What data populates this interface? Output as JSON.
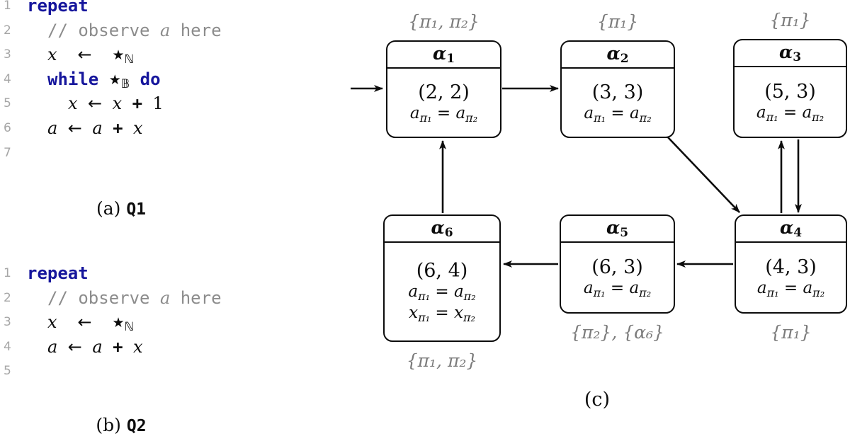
{
  "colors": {
    "keyword_blue": "#16169c",
    "comment_gray": "#8c8c8c",
    "line_number_gray": "#a6a6a6",
    "annotation_gray": "#7b7b7b",
    "line_black": "#0c0c0c"
  },
  "listings": [
    {
      "id": "q1",
      "caption_prefix": "(a)",
      "caption_label": "Q1",
      "lines": [
        {
          "no": "1",
          "indent": 0,
          "segments": [
            {
              "t": "repeat",
              "cls": "kw"
            }
          ]
        },
        {
          "no": "2",
          "indent": 1,
          "segments": [
            {
              "t": "// observe ",
              "cls": "cm"
            },
            {
              "t": "a",
              "cls": "cmi"
            },
            {
              "t": " here",
              "cls": "cm"
            }
          ]
        },
        {
          "no": "3",
          "indent": 1,
          "segments": [
            {
              "t": "x",
              "cls": "mi"
            },
            {
              "t": "  ",
              "cls": "sp"
            },
            {
              "t": "←",
              "cls": "ar"
            },
            {
              "t": "  ",
              "cls": "sp"
            },
            {
              "t": "★",
              "cls": "st"
            },
            {
              "t": "ℕ",
              "cls": "bb"
            }
          ]
        },
        {
          "no": "4",
          "indent": 1,
          "segments": [
            {
              "t": "while",
              "cls": "kw"
            },
            {
              "t": " ",
              "cls": "sp"
            },
            {
              "t": "★",
              "cls": "st"
            },
            {
              "t": "𝔹",
              "cls": "bb"
            },
            {
              "t": " ",
              "cls": "sp"
            },
            {
              "t": "do",
              "cls": "kw"
            }
          ]
        },
        {
          "no": "5",
          "indent": 2,
          "segments": [
            {
              "t": "x",
              "cls": "mi"
            },
            {
              "t": " ",
              "cls": "sp"
            },
            {
              "t": "←",
              "cls": "ar"
            },
            {
              "t": " ",
              "cls": "sp"
            },
            {
              "t": "x",
              "cls": "mi"
            },
            {
              "t": " ",
              "cls": "sp"
            },
            {
              "t": "+",
              "cls": "pl"
            },
            {
              "t": " ",
              "cls": "sp"
            },
            {
              "t": "1",
              "cls": "num"
            }
          ]
        },
        {
          "no": "6",
          "indent": 1,
          "segments": [
            {
              "t": "a",
              "cls": "mi"
            },
            {
              "t": " ",
              "cls": "sp"
            },
            {
              "t": "←",
              "cls": "ar"
            },
            {
              "t": " ",
              "cls": "sp"
            },
            {
              "t": "a",
              "cls": "mi"
            },
            {
              "t": " ",
              "cls": "sp"
            },
            {
              "t": "+",
              "cls": "pl"
            },
            {
              "t": " ",
              "cls": "sp"
            },
            {
              "t": "x",
              "cls": "mi"
            }
          ]
        },
        {
          "no": "7",
          "indent": 0,
          "segments": []
        }
      ]
    },
    {
      "id": "q2",
      "caption_prefix": "(b)",
      "caption_label": "Q2",
      "lines": [
        {
          "no": "1",
          "indent": 0,
          "segments": [
            {
              "t": "repeat",
              "cls": "kw"
            }
          ]
        },
        {
          "no": "2",
          "indent": 1,
          "segments": [
            {
              "t": "// observe ",
              "cls": "cm"
            },
            {
              "t": "a",
              "cls": "cmi"
            },
            {
              "t": " here",
              "cls": "cm"
            }
          ]
        },
        {
          "no": "3",
          "indent": 1,
          "segments": [
            {
              "t": "x",
              "cls": "mi"
            },
            {
              "t": "  ",
              "cls": "sp"
            },
            {
              "t": "←",
              "cls": "ar"
            },
            {
              "t": "  ",
              "cls": "sp"
            },
            {
              "t": "★",
              "cls": "st"
            },
            {
              "t": "ℕ",
              "cls": "bb"
            }
          ]
        },
        {
          "no": "4",
          "indent": 1,
          "segments": [
            {
              "t": "a",
              "cls": "mi"
            },
            {
              "t": " ",
              "cls": "sp"
            },
            {
              "t": "←",
              "cls": "ar"
            },
            {
              "t": " ",
              "cls": "sp"
            },
            {
              "t": "a",
              "cls": "mi"
            },
            {
              "t": " ",
              "cls": "sp"
            },
            {
              "t": "+",
              "cls": "pl"
            },
            {
              "t": " ",
              "cls": "sp"
            },
            {
              "t": "x",
              "cls": "mi"
            }
          ]
        },
        {
          "no": "5",
          "indent": 0,
          "segments": []
        }
      ]
    }
  ],
  "diagram": {
    "caption": "(c)",
    "nodes": [
      {
        "id": "alpha1",
        "symbol": "α",
        "index": "1",
        "pair": "(2, 2)",
        "constraints": [
          [
            {
              "t": "a",
              "cls": "mi"
            },
            {
              "t": "π₁",
              "cls": "sub"
            },
            {
              "t": " = ",
              "cls": "rel"
            },
            {
              "t": "a",
              "cls": "mi"
            },
            {
              "t": "π₂",
              "cls": "sub"
            }
          ]
        ],
        "annotation": "{π₁, π₂}",
        "annotation_side": "above"
      },
      {
        "id": "alpha2",
        "symbol": "α",
        "index": "2",
        "pair": "(3, 3)",
        "constraints": [
          [
            {
              "t": "a",
              "cls": "mi"
            },
            {
              "t": "π₁",
              "cls": "sub"
            },
            {
              "t": " = ",
              "cls": "rel"
            },
            {
              "t": "a",
              "cls": "mi"
            },
            {
              "t": "π₂",
              "cls": "sub"
            }
          ]
        ],
        "annotation": "{π₁}",
        "annotation_side": "above"
      },
      {
        "id": "alpha3",
        "symbol": "α",
        "index": "3",
        "pair": "(5, 3)",
        "constraints": [
          [
            {
              "t": "a",
              "cls": "mi"
            },
            {
              "t": "π₁",
              "cls": "sub"
            },
            {
              "t": " = ",
              "cls": "rel"
            },
            {
              "t": "a",
              "cls": "mi"
            },
            {
              "t": "π₂",
              "cls": "sub"
            }
          ]
        ],
        "annotation": "{π₁}",
        "annotation_side": "above"
      },
      {
        "id": "alpha4",
        "symbol": "α",
        "index": "4",
        "pair": "(4, 3)",
        "constraints": [
          [
            {
              "t": "a",
              "cls": "mi"
            },
            {
              "t": "π₁",
              "cls": "sub"
            },
            {
              "t": " = ",
              "cls": "rel"
            },
            {
              "t": "a",
              "cls": "mi"
            },
            {
              "t": "π₂",
              "cls": "sub"
            }
          ]
        ],
        "annotation": "{π₁}",
        "annotation_side": "below"
      },
      {
        "id": "alpha5",
        "symbol": "α",
        "index": "5",
        "pair": "(6, 3)",
        "constraints": [
          [
            {
              "t": "a",
              "cls": "mi"
            },
            {
              "t": "π₁",
              "cls": "sub"
            },
            {
              "t": " = ",
              "cls": "rel"
            },
            {
              "t": "a",
              "cls": "mi"
            },
            {
              "t": "π₂",
              "cls": "sub"
            }
          ]
        ],
        "annotation": "{π₂}, {α₆}",
        "annotation_side": "below"
      },
      {
        "id": "alpha6",
        "symbol": "α",
        "index": "6",
        "pair": "(6, 4)",
        "constraints": [
          [
            {
              "t": "a",
              "cls": "mi"
            },
            {
              "t": "π₁",
              "cls": "sub"
            },
            {
              "t": " = ",
              "cls": "rel"
            },
            {
              "t": "a",
              "cls": "mi"
            },
            {
              "t": "π₂",
              "cls": "sub"
            }
          ],
          [
            {
              "t": "x",
              "cls": "mi"
            },
            {
              "t": "π₁",
              "cls": "sub"
            },
            {
              "t": " = ",
              "cls": "rel"
            },
            {
              "t": "x",
              "cls": "mi"
            },
            {
              "t": "π₂",
              "cls": "sub"
            }
          ]
        ],
        "annotation": "{π₁, π₂}",
        "annotation_side": "below"
      }
    ],
    "edges": [
      {
        "from": "start",
        "to": "alpha1"
      },
      {
        "from": "alpha1",
        "to": "alpha2"
      },
      {
        "from": "alpha2",
        "to": "alpha4"
      },
      {
        "from": "alpha4",
        "to": "alpha3"
      },
      {
        "from": "alpha3",
        "to": "alpha4"
      },
      {
        "from": "alpha4",
        "to": "alpha5"
      },
      {
        "from": "alpha5",
        "to": "alpha6"
      },
      {
        "from": "alpha6",
        "to": "alpha1"
      }
    ]
  }
}
